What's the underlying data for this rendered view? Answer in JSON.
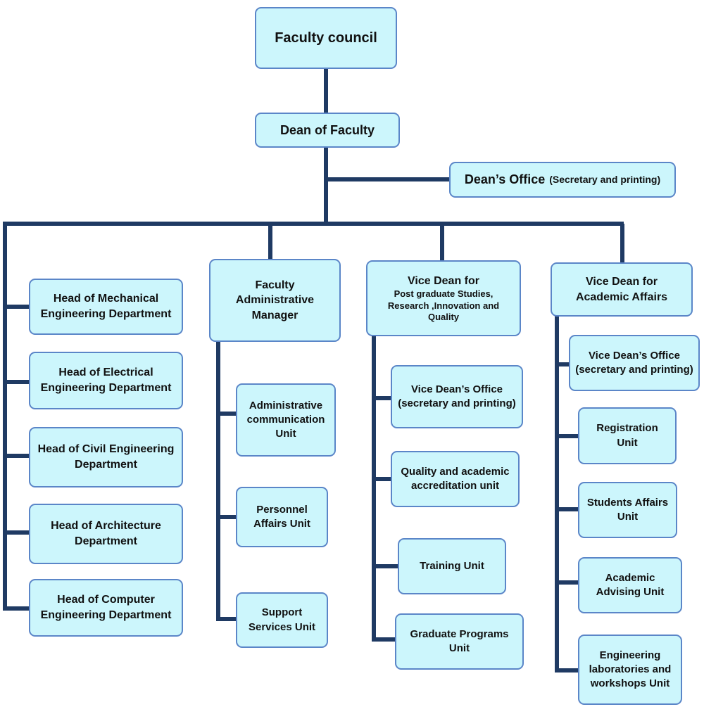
{
  "top": {
    "council": "Faculty council",
    "dean": "Dean of Faculty",
    "dean_office": {
      "title": "Dean’s Office",
      "detail": "(Secretary and printing)"
    }
  },
  "departments": [
    [
      "Head of Mechanical",
      "Engineering Department"
    ],
    [
      "Head of Electrical",
      "Engineering Department"
    ],
    [
      "Head of Civil Engineering",
      "Department"
    ],
    [
      "Head of Architecture",
      "Department"
    ],
    [
      "Head of Computer",
      "Engineering Department"
    ]
  ],
  "admin": {
    "title": [
      "Faculty",
      "Administrative",
      "Manager"
    ],
    "units": [
      [
        "Administrative",
        "communication",
        "Unit"
      ],
      [
        "Personnel",
        "Affairs Unit"
      ],
      [
        "Support",
        "Services Unit"
      ]
    ]
  },
  "postgrad": {
    "title": "Vice Dean for",
    "subtitle": [
      "Post graduate Studies,",
      "Research ,Innovation and",
      "Quality"
    ],
    "units": [
      [
        "Vice Dean’s Office",
        "(secretary and printing)"
      ],
      [
        "Quality and academic",
        "accreditation unit"
      ],
      [
        "Training Unit"
      ],
      [
        "Graduate Programs",
        "Unit"
      ]
    ]
  },
  "academic": {
    "title": [
      "Vice Dean for",
      "Academic Affairs"
    ],
    "units": [
      [
        "Vice Dean’s Office",
        "(secretary and printing)"
      ],
      [
        "Registration",
        "Unit"
      ],
      [
        "Students Affairs",
        "Unit"
      ],
      [
        "Academic",
        "Advising Unit"
      ],
      [
        "Engineering",
        "laboratories and",
        "workshops Unit"
      ]
    ]
  },
  "colors": {
    "box_fill": "#ccf6fc",
    "box_border": "#5b86c8",
    "connector": "#1f3a63"
  }
}
